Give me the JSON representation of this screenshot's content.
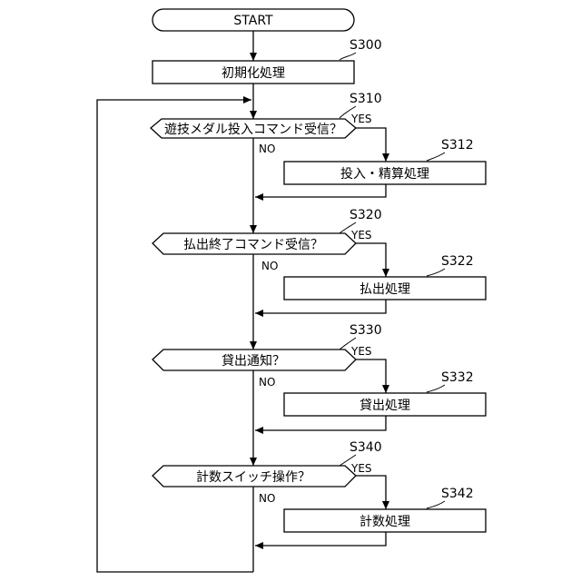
{
  "start": {
    "label": "START"
  },
  "steps": {
    "s300": {
      "label": "S300",
      "text": "初期化処理"
    },
    "s310": {
      "label": "S310",
      "text": "遊技メダル投入コマンド受信？"
    },
    "s312": {
      "label": "S312",
      "text": "投入・精算処理"
    },
    "s320": {
      "label": "S320",
      "text": "払出終了コマンド受信？"
    },
    "s322": {
      "label": "S322",
      "text": "払出処理"
    },
    "s330": {
      "label": "S330",
      "text": "貸出通知？"
    },
    "s332": {
      "label": "S332",
      "text": "貸出処理"
    },
    "s340": {
      "label": "S340",
      "text": "計数スイッチ操作？"
    },
    "s342": {
      "label": "S342",
      "text": "計数処理"
    }
  },
  "branches": {
    "yes": "YES",
    "no": "NO"
  }
}
